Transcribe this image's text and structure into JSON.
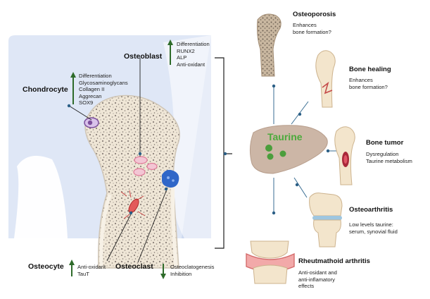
{
  "colors": {
    "panel": "#dfe7f6",
    "bone": "#efe6d6",
    "spongy": "#8a8078",
    "arrow_up": "#2e6b2a",
    "line": "#1f1f1f",
    "dot": "#2b5f86",
    "liver": "#ccb6a6",
    "taurine_text": "#4caa3c",
    "sphere": "#4b9e3c"
  },
  "labels": {
    "chondrocyte": {
      "title": "Chondrocyte",
      "items": [
        "Differentiation",
        "Glycosaminoglycans",
        "Collagen II",
        "Aggrecan",
        "SOX9"
      ]
    },
    "osteoblast": {
      "title": "Osteoblast",
      "items": [
        "Differentiation",
        "RUNX2",
        "ALP",
        "Anti-oxidant"
      ]
    },
    "osteocyte": {
      "title": "Osteocyte",
      "items": [
        "Anti-oxidant",
        "TauT"
      ]
    },
    "osteoclast": {
      "title": "Osteoclast",
      "items": [
        "Osteoclatogenesis",
        "Inhibition"
      ]
    },
    "taurine": "Taurine"
  },
  "conditions": {
    "osteoporosis": {
      "title": "Osteoporosis",
      "lines": [
        "Enhances",
        "bone formation?"
      ]
    },
    "bone_healing": {
      "title": "Bone healing",
      "lines": [
        "Enhances",
        "bone formation?"
      ]
    },
    "bone_tumor": {
      "title": "Bone tumor",
      "lines": [
        "Dysregulation",
        "Taurine metabolism"
      ]
    },
    "osteoarthritis": {
      "title": "Osteoarthritis",
      "lines": [
        "Low levels taurine:",
        "serum, synovial fluid"
      ]
    },
    "rheumatoid": {
      "title": "Rheutmathoid arthritis",
      "lines": [
        "Anti-osidant and",
        "anti-inflamatory",
        "effects"
      ]
    }
  }
}
